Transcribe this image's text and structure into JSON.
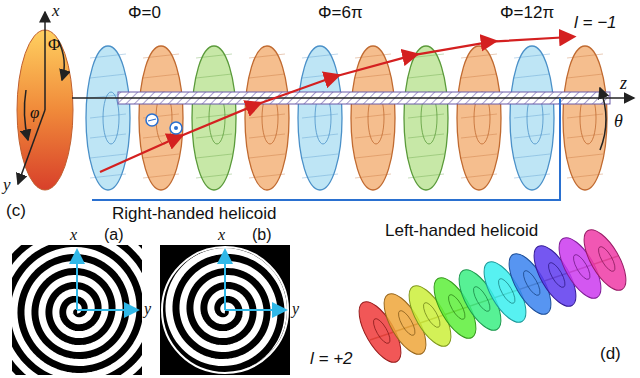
{
  "diagram": {
    "labels": [
      "x",
      "Φ=0",
      "Φ=6π",
      "Φ=12π",
      "l = −1",
      "φ",
      "Φ",
      "y",
      "z",
      "θ",
      "(c)",
      "Right-handed helicoid",
      "x",
      "(a)",
      "y",
      "x",
      "(b)",
      "y",
      "Left-handed helicoid",
      "(d)",
      "l = +2"
    ]
  }
}
